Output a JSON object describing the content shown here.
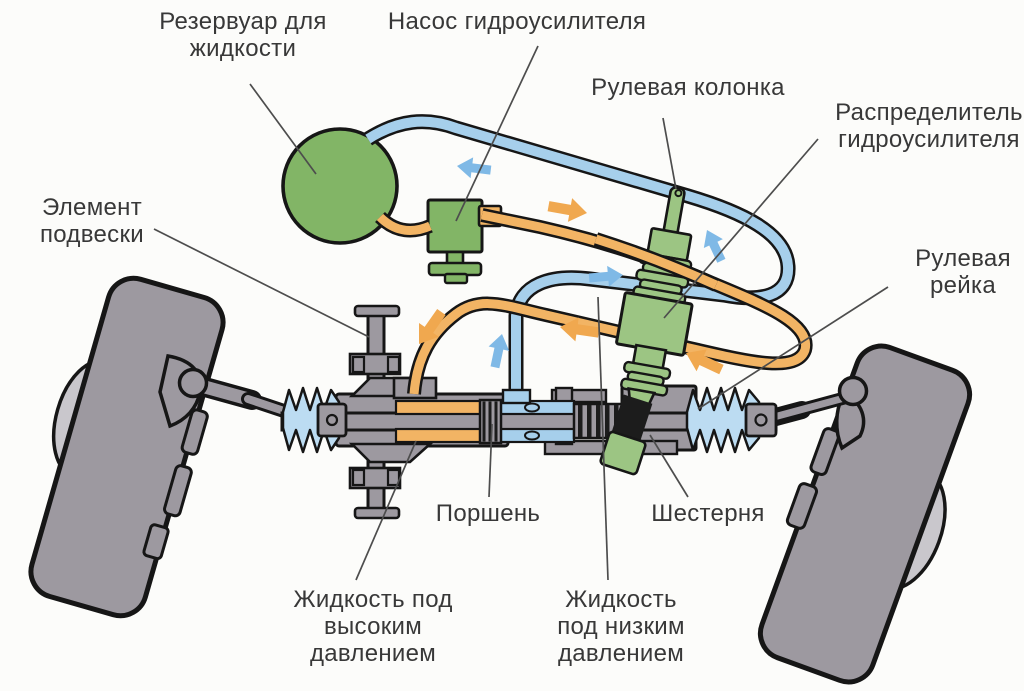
{
  "diagram": {
    "labels": {
      "reservoir": "Резервуар для\nжидкости",
      "pump": "Насос гидроусилителя",
      "steering_column": "Рулевая колонка",
      "distributor": "Распределитель\nгидроусилителя",
      "suspension_element": "Элемент\nподвески",
      "steering_rack": "Рулевая\nрейка",
      "piston": "Поршень",
      "pinion": "Шестерня",
      "high_pressure_fluid": "Жидкость под\nвысоким\nдавлением",
      "low_pressure_fluid": "Жидкость\nпод низким\nдавлением"
    },
    "colors": {
      "background": "#fcfcfa",
      "outline": "#161616",
      "component_green": "#82b566",
      "column_green": "#9cc583",
      "hose_blue": "#a6cfeb",
      "hose_orange": "#f2b464",
      "arrow_blue": "#7fb9e6",
      "arrow_orange": "#f0a84f",
      "boot_blue": "#bcdcf2",
      "metal_gray": "#9d99a0",
      "light_gray": "#c9c7cc",
      "pinion_black": "#1c1c1c",
      "leader": "#4d4d4d",
      "label_text": "#383838"
    }
  }
}
